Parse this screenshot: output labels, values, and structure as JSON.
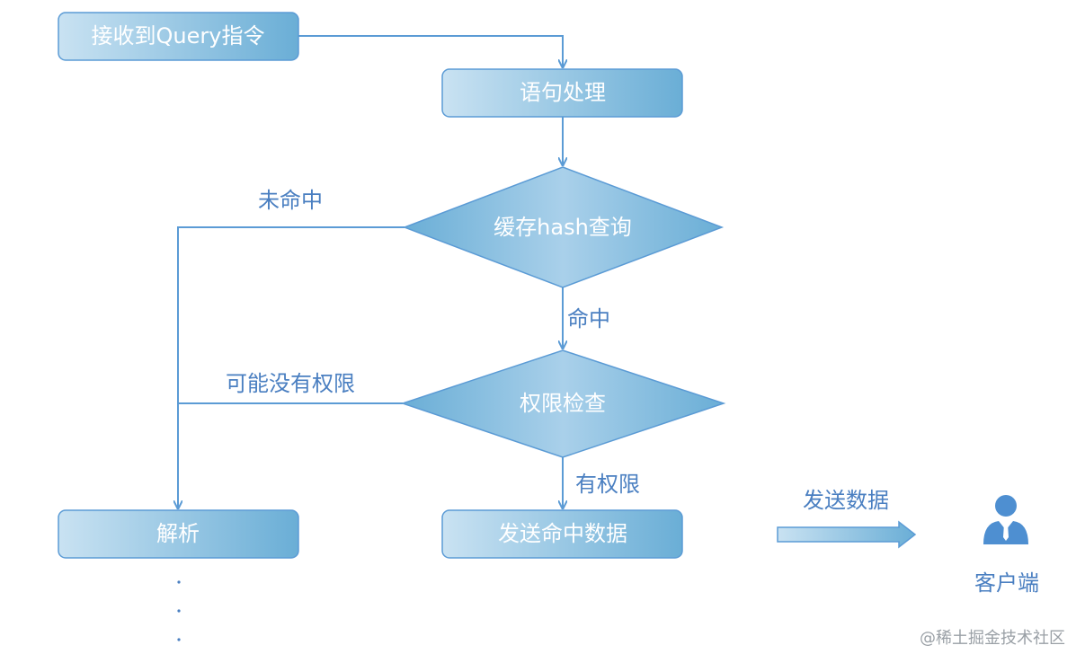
{
  "nodes": {
    "receive_query": "接收到Query指令",
    "statement_processing": "语句处理",
    "cache_hash_lookup": "缓存hash查询",
    "permission_check": "权限检查",
    "parse": "解析",
    "send_hit_data": "发送命中数据"
  },
  "edges": {
    "miss": "未命中",
    "hit": "命中",
    "maybe_no_permission": "可能没有权限",
    "has_permission": "有权限",
    "send_data": "发送数据"
  },
  "client": {
    "label": "客户端",
    "icon": "user-icon"
  },
  "watermark": "@稀土掘金技术社区",
  "colors": {
    "node_gradient_start": "#c8e1f1",
    "node_gradient_end": "#6aaed6",
    "node_border": "#5b9bd5",
    "line": "#5b9bd5",
    "label_text": "#4a7fc1"
  }
}
